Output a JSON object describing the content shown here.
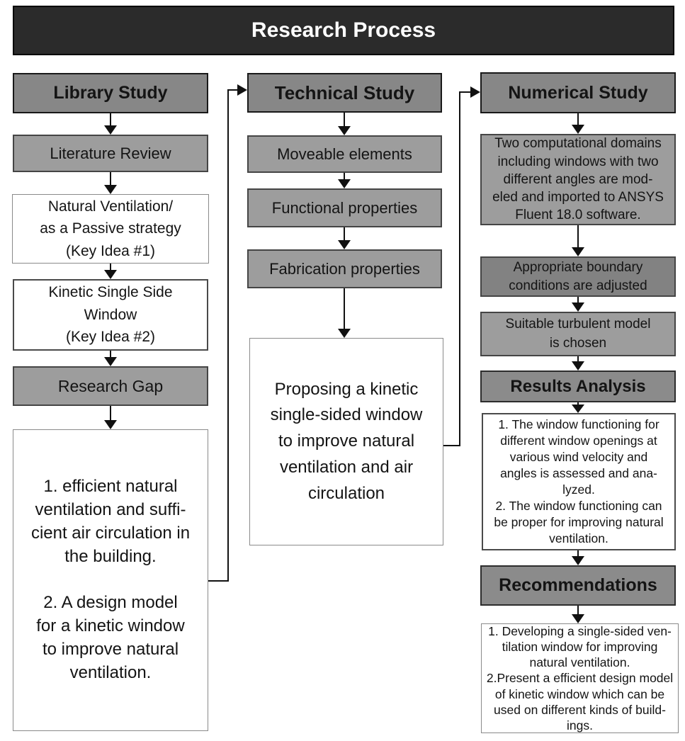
{
  "title": "Research Process",
  "colors": {
    "title_bar_bg": "#2b2b2b",
    "title_text": "#ffffff",
    "header_box_bg": "#878787",
    "section_box_bg": "#8b8b8b",
    "gray_box_bg": "#9d9d9d",
    "dark_gray_box_bg": "#828282",
    "white_box_bg": "#ffffff",
    "box_text": "#141414",
    "arrow_color": "#111111"
  },
  "icons": {
    "down_arrow": "▼",
    "right_arrow": "►"
  },
  "flowchart": {
    "library": {
      "header": "Library Study",
      "literature_review": "Literature Review",
      "natural_ventilation": "Natural Ventilation/\nas a Passive strategy\n(Key Idea #1)",
      "kinetic_window": "Kinetic Single Side\nWindow\n(Key Idea #2)",
      "research_gap": "Research Gap",
      "outcomes": "1. efficient natural\nventilation and suffi-\ncient air circulation in\nthe building.\n\n2. A design model\nfor a kinetic window\nto improve natural\nventilation."
    },
    "technical": {
      "header": "Technical Study",
      "moveable_elements": "Moveable elements",
      "functional_properties": "Functional properties",
      "fabrication_properties": "Fabrication properties",
      "proposal": "Proposing a kinetic\nsingle-sided window\nto improve natural\nventilation and air\ncirculation"
    },
    "numerical": {
      "header": "Numerical Study",
      "computational_domains": "Two computational domains\nincluding windows with two\ndifferent angles are mod-\neled and imported to ANSYS\nFluent 18.0 software.",
      "boundary_conditions": "Appropriate boundary\nconditions are adjusted",
      "turbulent_model": "Suitable turbulent model\nis chosen",
      "results_analysis_header": "Results Analysis",
      "results_findings": "1. The window functioning for\ndifferent window openings at\nvarious wind velocity and\nangles is assessed and ana-\nlyzed.\n2. The window functioning can\nbe proper for improving natural\nventilation.",
      "recommendations_header": "Recommendations",
      "recommendation_items": "1. Developing a single-sided ven-\ntilation window for improving\nnatural ventilation.\n2.Present a efficient design model\nof kinetic window which can be\nused on different kinds of build-\nings."
    }
  }
}
